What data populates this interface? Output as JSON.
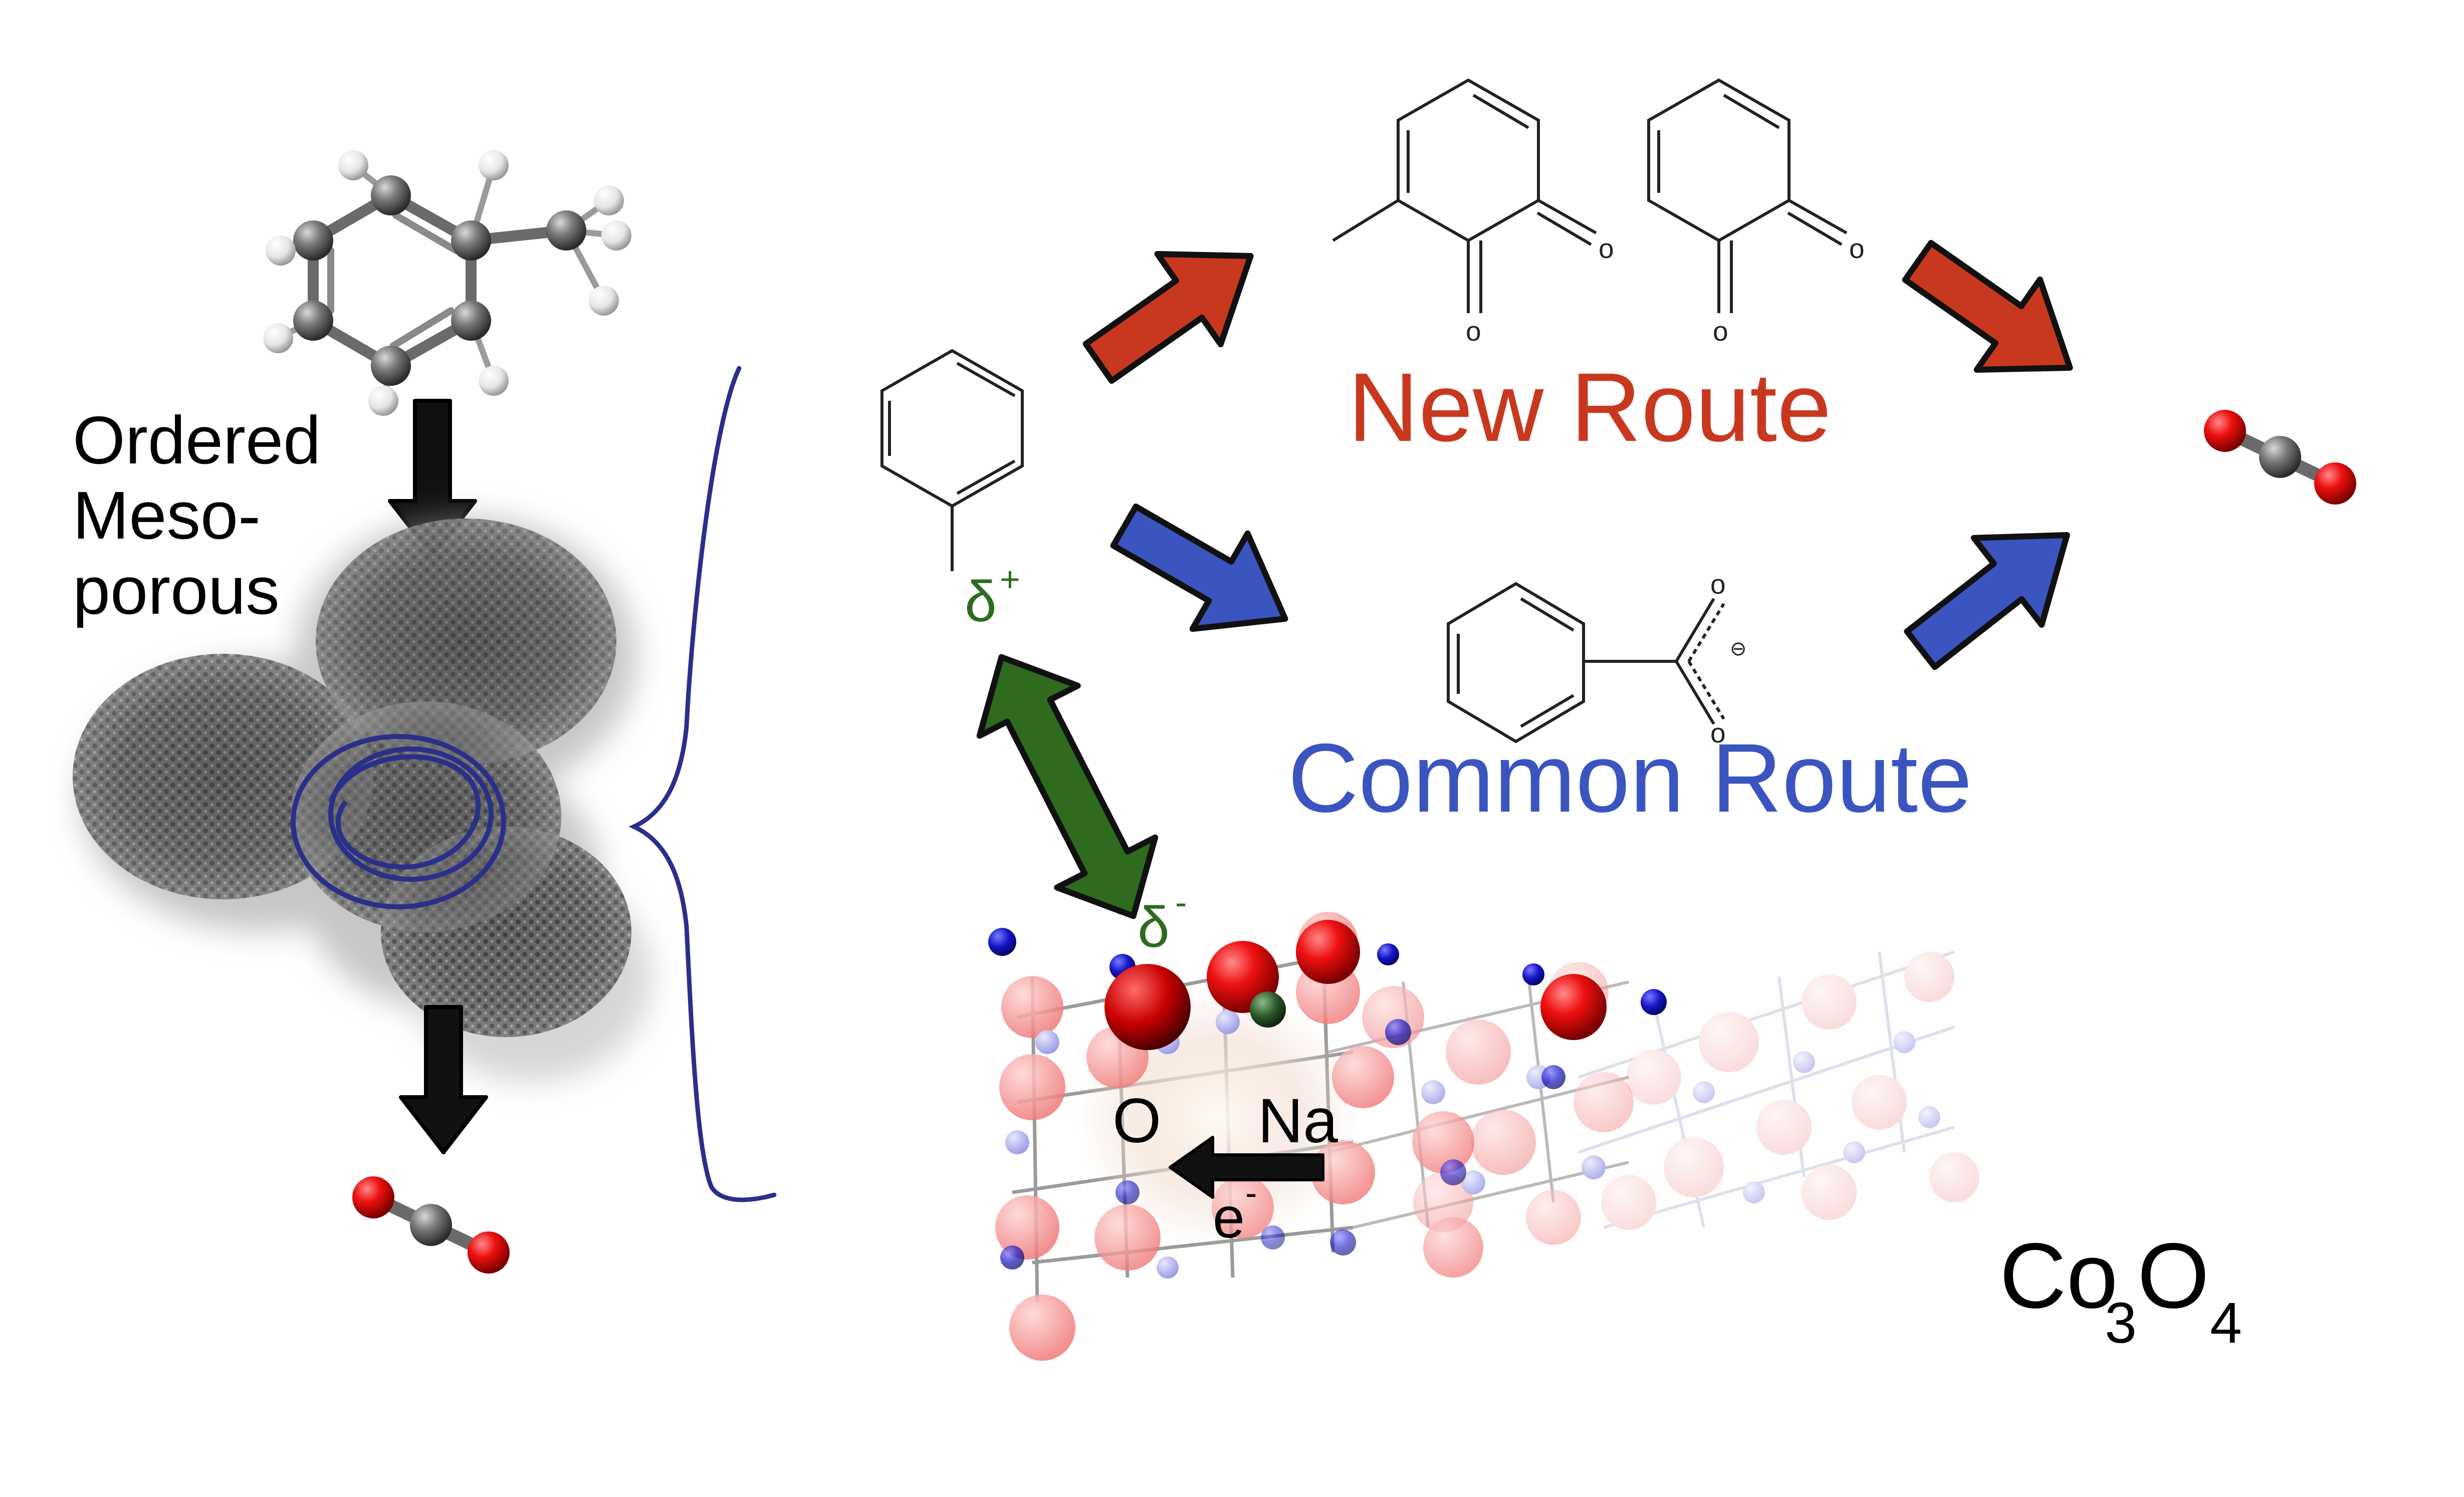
{
  "labels": {
    "ordered_line1": "Ordered",
    "ordered_line2": "Meso-",
    "ordered_line3": "porous",
    "new_route": "New Route",
    "common_route": "Common Route",
    "delta_plus_symbol": "δ",
    "delta_plus_sup": "+",
    "delta_minus_symbol": "δ",
    "delta_minus_sup": "-",
    "atom_o": "O",
    "atom_na": "Na",
    "electron": "e",
    "electron_sup": "-",
    "quinone_o1": "o",
    "quinone_o2": "o",
    "quinone_o3": "o",
    "quinone_o4": "o",
    "benzoate_o1": "o",
    "benzoate_o2": "o",
    "benzoate_charge": "⊖",
    "formula_co": "Co",
    "formula_sub3": "3",
    "formula_o": "O",
    "formula_sub4": "4"
  },
  "colors": {
    "new_route": "#c8381f",
    "common_route": "#3a55c0",
    "interaction": "#2e6b1f",
    "brace": "#2a2f8a",
    "oxygen": "#e8141c",
    "carbon": "#5a5a5a",
    "cobalt": "#1515c8",
    "sodium": "#2f5a2a",
    "arrow_black": "#111111"
  },
  "icons": {
    "toluene": "toluene-ball-stick-icon",
    "co2": "co2-molecule-icon",
    "particle": "mesoporous-particle-icon"
  }
}
